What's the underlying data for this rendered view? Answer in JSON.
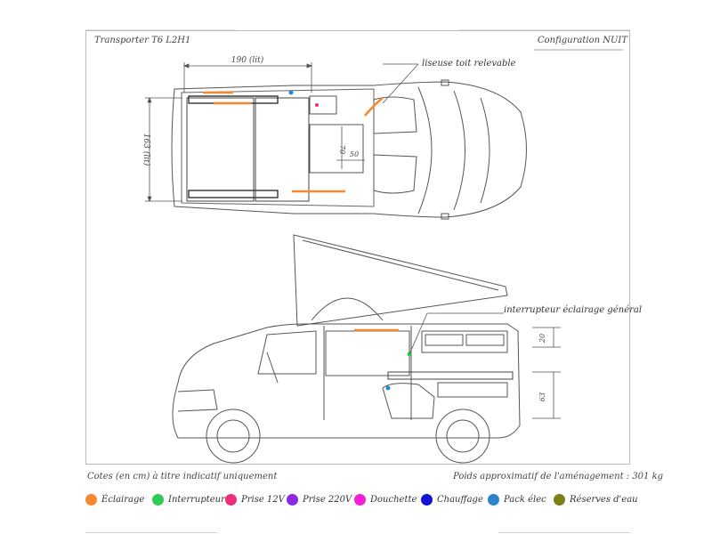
{
  "header": {
    "model": "Transporter T6 L2H1",
    "configuration": "Configuration  NUIT"
  },
  "annotations": {
    "width_dimension": "190 (lit)",
    "height_dimension": "163 (lit)",
    "seat_dim_70": "70",
    "seat_dim_50": "50",
    "roof_light": "liseuse toit relevable",
    "main_switch": "interrupteur éclairage général",
    "side_dim_20": "20",
    "side_dim_63": "63"
  },
  "footer": {
    "dimensions_note": "Cotes (en cm) à titre indicatif uniquement",
    "weight_note": "Poids approximatif de l'aménagement : 301 kg"
  },
  "legend": [
    {
      "label": "Éclairage",
      "color": "#f7882f",
      "icon": "orange-dot-icon"
    },
    {
      "label": "Interrupteur",
      "color": "#2ecc55",
      "icon": "green-dot-icon"
    },
    {
      "label": "Prise 12V",
      "color": "#ee2e7a",
      "icon": "pink-dot-icon"
    },
    {
      "label": "Prise 220V",
      "color": "#8a2be2",
      "icon": "purple-dot-icon"
    },
    {
      "label": "Douchette",
      "color": "#f21fd6",
      "icon": "magenta-dot-icon"
    },
    {
      "label": "Chauffage",
      "color": "#1414d2",
      "icon": "blue-dot-icon"
    },
    {
      "label": "Pack élec",
      "color": "#2a86c8",
      "icon": "light-blue-dot-icon"
    },
    {
      "label": "Réserves d'eau",
      "color": "#7f7f1a",
      "icon": "olive-dot-icon"
    }
  ]
}
